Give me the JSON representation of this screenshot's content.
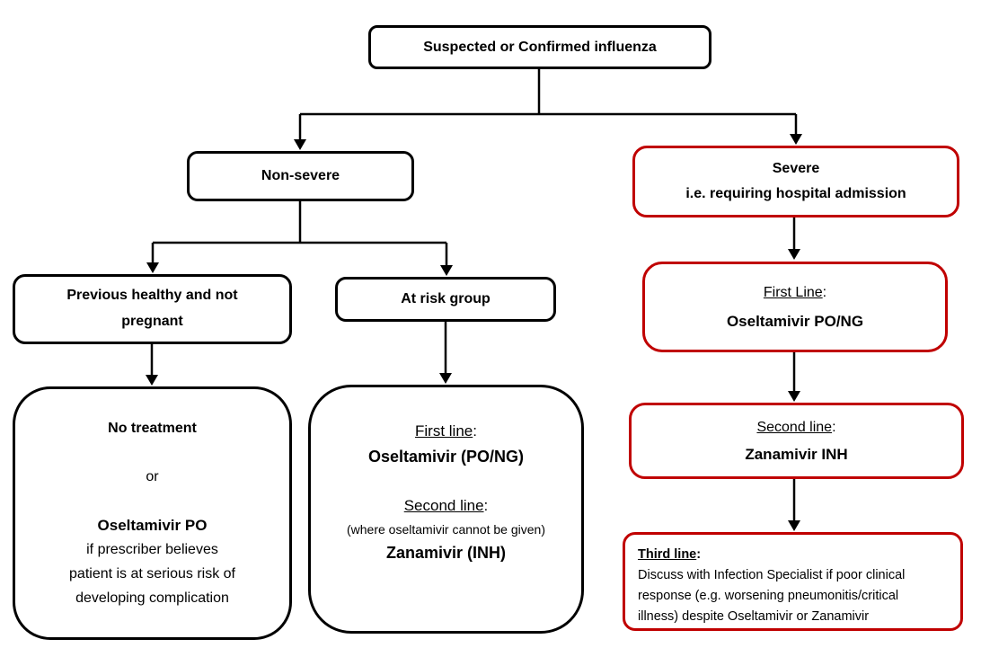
{
  "colors": {
    "background": "#FFFFFF",
    "box_border_black": "#000000",
    "box_border_red": "#C00000",
    "text": "#000000",
    "arrow": "#000000"
  },
  "nodes": {
    "root": {
      "label": "Suspected or Confirmed influenza"
    },
    "non_severe": {
      "label": "Non-severe"
    },
    "severe": {
      "title": "Severe",
      "subtitle": "i.e. requiring hospital admission"
    },
    "previously_healthy": {
      "lines": [
        "Previous healthy and not",
        "pregnant"
      ]
    },
    "at_risk": {
      "label": "At risk group"
    },
    "no_treatment": {
      "option_a": "No treatment",
      "conjunction": "or",
      "option_b": "Oseltamivir PO",
      "option_b_condition": [
        "if prescriber believes",
        "patient is at serious risk of",
        "developing complication"
      ]
    },
    "at_risk_treatment": {
      "first_line_heading": "First line",
      "first_line_colon": ":",
      "first_line_drug": "Oseltamivir (PO/NG)",
      "second_line_heading": "Second line",
      "second_line_colon": ":",
      "second_line_note": "(where oseltamivir cannot be given)",
      "second_line_drug": "Zanamivir (INH)"
    },
    "severe_first_line": {
      "heading": "First Line",
      "colon": ":",
      "drug": "Oseltamivir PO/NG"
    },
    "severe_second_line": {
      "heading": "Second line",
      "colon": ":",
      "drug": "Zanamivir INH"
    },
    "severe_third_line": {
      "heading": "Third line",
      "colon": ":",
      "body": [
        "Discuss with Infection Specialist if poor clinical",
        "response (e.g. worsening pneumonitis/critical",
        "illness) despite Oseltamivir or Zanamivir"
      ]
    }
  }
}
